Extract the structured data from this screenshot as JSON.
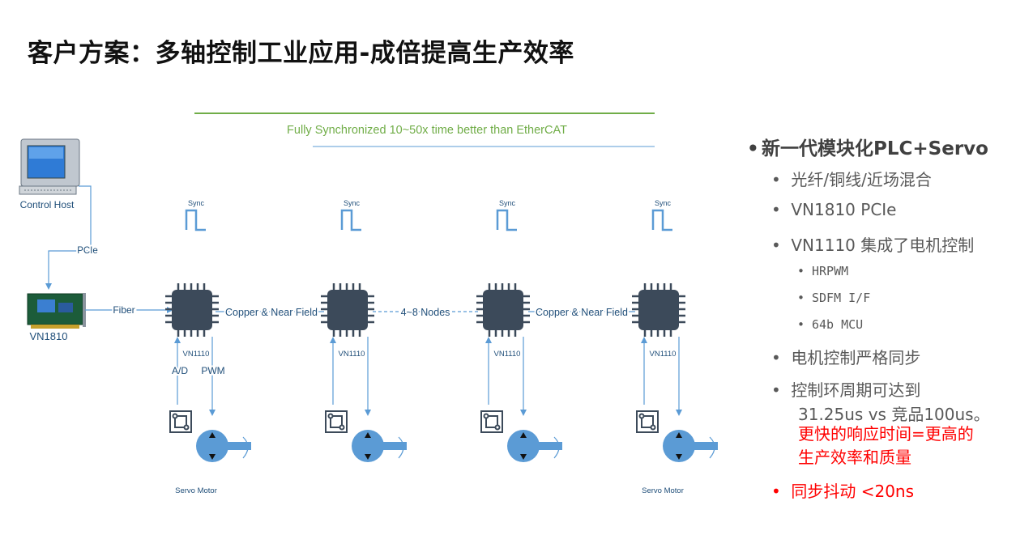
{
  "title": "客户方案：多轴控制工业应用-成倍提高生产效率",
  "colors": {
    "accent_green": "#70ad47",
    "line_blue": "#5b9bd5",
    "chip_dark": "#3c4a5a",
    "motor_blue": "#5b9bd5",
    "highlight_red": "#ff0000"
  },
  "diagram": {
    "sync_banner": "Fully Synchronized 10~50x time better than EtherCAT",
    "host_label": "Control Host",
    "pcie_label": "PCIe",
    "card_label": "VN1810",
    "fiber_label": "Fiber",
    "sync_label": "Sync",
    "chip_label": "VN1110",
    "link_labels": [
      "Copper & Near Field",
      "4~8 Nodes",
      "Copper & Near Field"
    ],
    "ad_label": "A/D",
    "pwm_label": "PWM",
    "servo_label": "Servo Motor"
  },
  "bullets": {
    "main": "新一代模块化PLC+Servo",
    "items": [
      "光纤/铜线/近场混合",
      "VN1810 PCIe",
      "VN1110 集成了电机控制"
    ],
    "sub_items": [
      "HRPWM",
      "SDFM I/F",
      "64b MCU"
    ],
    "items2": [
      "电机控制严格同步",
      "控制环周期可达到"
    ],
    "cycle_text": "31.25us vs 竞品100us。",
    "red_text_1": "更快的响应时间=更高的",
    "red_text_2": "生产效率和质量",
    "jitter": "同步抖动 <20ns"
  }
}
